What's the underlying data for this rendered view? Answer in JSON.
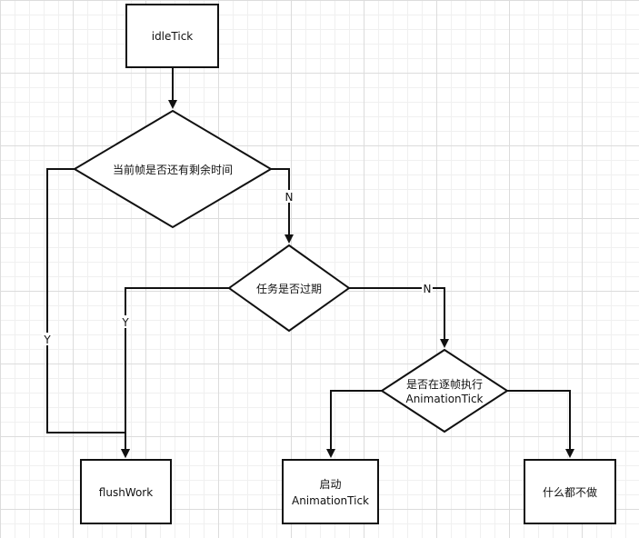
{
  "nodes": {
    "idle_tick": "idleTick",
    "has_time": "当前帧是否还有剩余时间",
    "expired": "任务是否过期",
    "animating_line1": "是否在逐帧执行",
    "animating_line2": "AnimationTick",
    "flush_work": "flushWork",
    "start_line1": "启动",
    "start_line2": "AnimationTick",
    "do_nothing": "什么都不做"
  },
  "edges": {
    "has_time_no": "N",
    "has_time_yes": "Y",
    "expired_yes": "Y",
    "expired_no": "N"
  },
  "colors": {
    "stroke": "#111111",
    "fill": "#ffffff",
    "label_bg": "#ffffff"
  }
}
